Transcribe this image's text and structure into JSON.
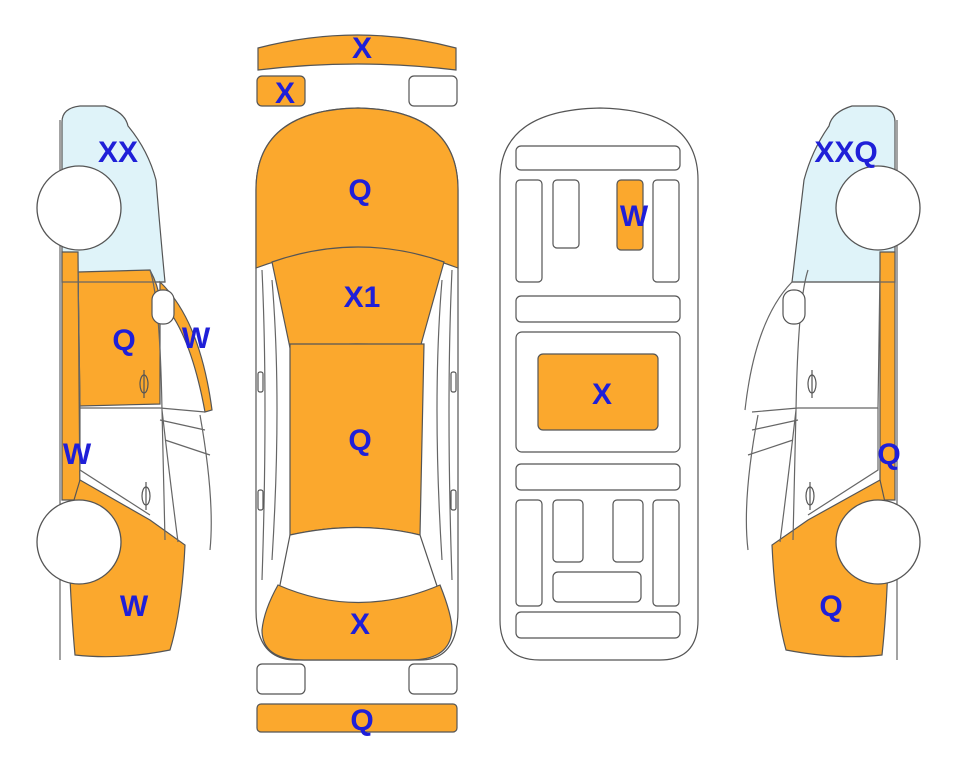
{
  "colors": {
    "damaged": "#FBA82D",
    "glass": "#DFF3F9",
    "outline": "#555555",
    "label": "#1F1FD8"
  },
  "labels": {
    "front_bumper_top": "X",
    "top_left_small": "X",
    "hood": "Q",
    "windshield": "X1",
    "roof": "Q",
    "trunk": "X",
    "rear_bumper": "Q",
    "floor_small_panel": "W",
    "floor_center_panel": "X",
    "left_window": "XX",
    "left_front_door": "Q",
    "left_a_pillar": "W",
    "left_rocker": "W",
    "left_rear_fender": "W",
    "right_window": "XXQ",
    "right_rocker": "Q",
    "right_rear_fender": "Q"
  }
}
